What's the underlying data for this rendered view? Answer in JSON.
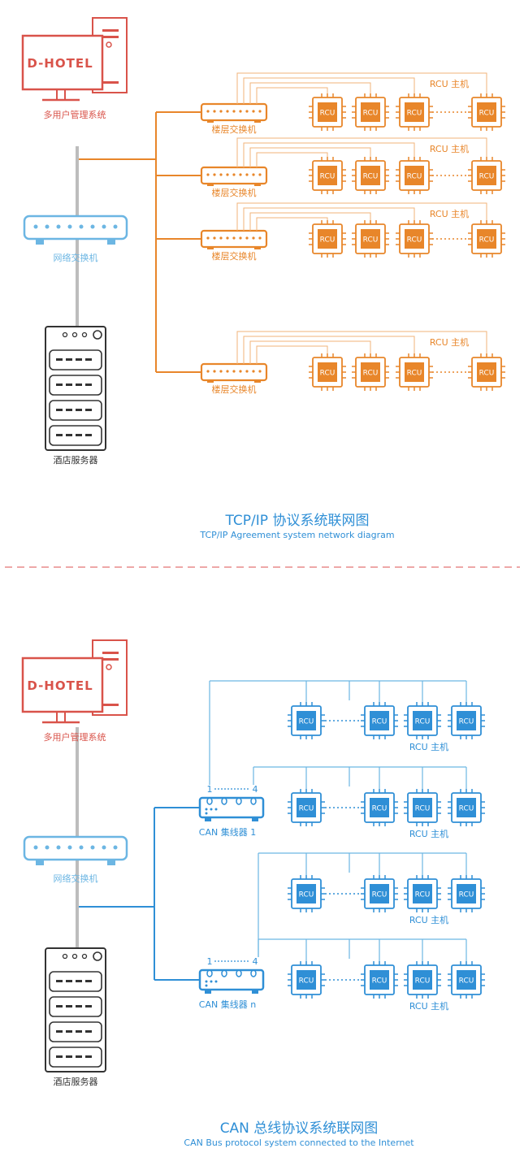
{
  "colors": {
    "red": "#d9534a",
    "orange": "#e8862a",
    "orange_light": "#f0b37a",
    "blue": "#2f8fd6",
    "light_blue": "#6cb6e3",
    "gray": "#bdbdbd",
    "dark": "#333333",
    "divider": "#e88c8c"
  },
  "top": {
    "pc_brand": "D-HOTEL",
    "pc_label": "多用户管理系统",
    "network_switch_label": "网络交换机",
    "server_label": "酒店服务器",
    "floor_switch_label": "楼层交换机",
    "rcu_label": "RCU 主机",
    "chip_text": "RCU",
    "title_cn": "TCP/IP 协议系统联网图",
    "title_en": "TCP/IP Agreement system network diagram"
  },
  "bottom": {
    "pc_brand": "D-HOTEL",
    "pc_label": "多用户管理系统",
    "network_switch_label": "网络交换机",
    "server_label": "酒店服务器",
    "hub1_label": "CAN 集线器 1",
    "hubn_label": "CAN 集线器 n",
    "hub_port_start": "1",
    "hub_port_end": "4",
    "rcu_label": "RCU 主机",
    "chip_text": "RCU",
    "title_cn": "CAN 总线协议系统联网图",
    "title_en": "CAN Bus protocol system connected to the Internet"
  }
}
